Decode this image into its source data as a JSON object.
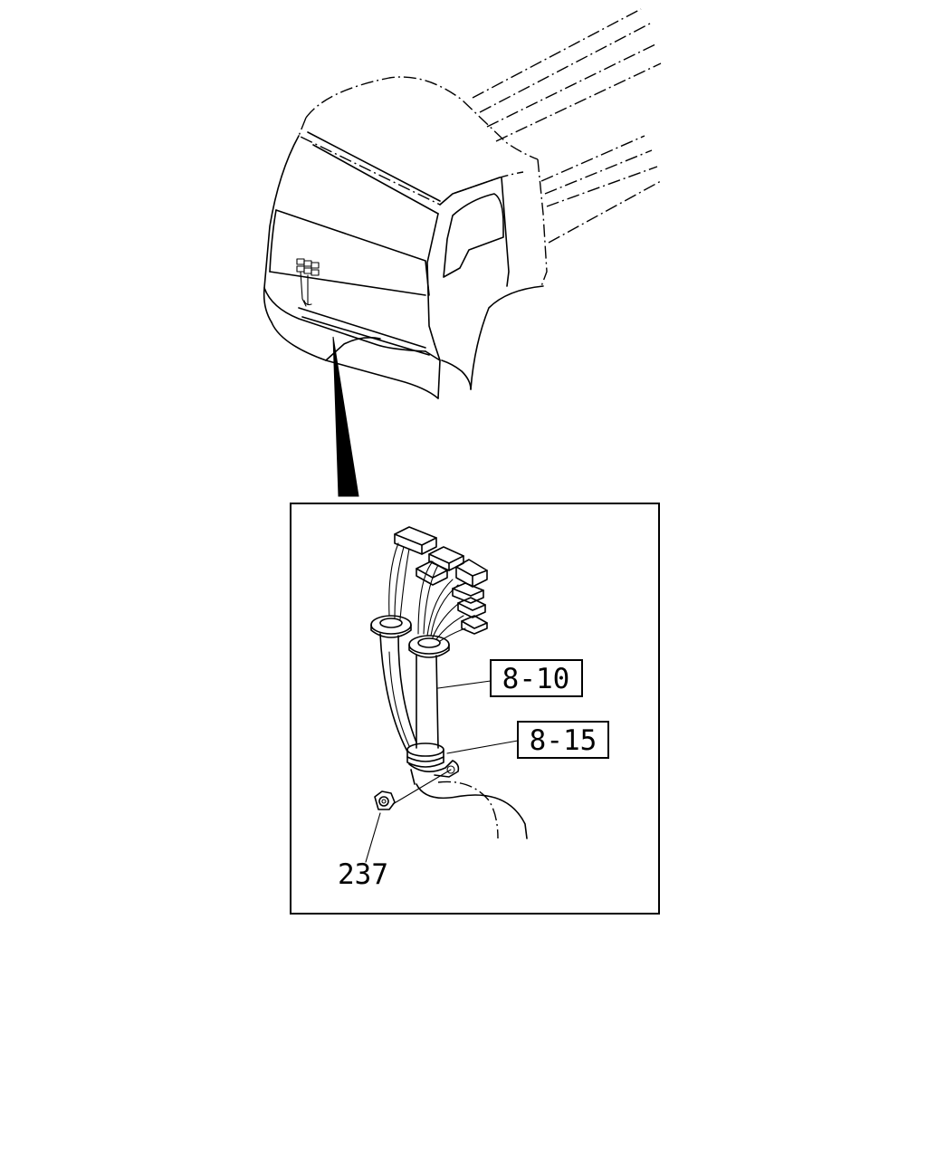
{
  "diagram": {
    "callouts": [
      {
        "id": "c1",
        "label": "8-10",
        "boxed": true
      },
      {
        "id": "c2",
        "label": "8-15",
        "boxed": true
      },
      {
        "id": "c3",
        "label": "237",
        "boxed": false
      }
    ]
  }
}
